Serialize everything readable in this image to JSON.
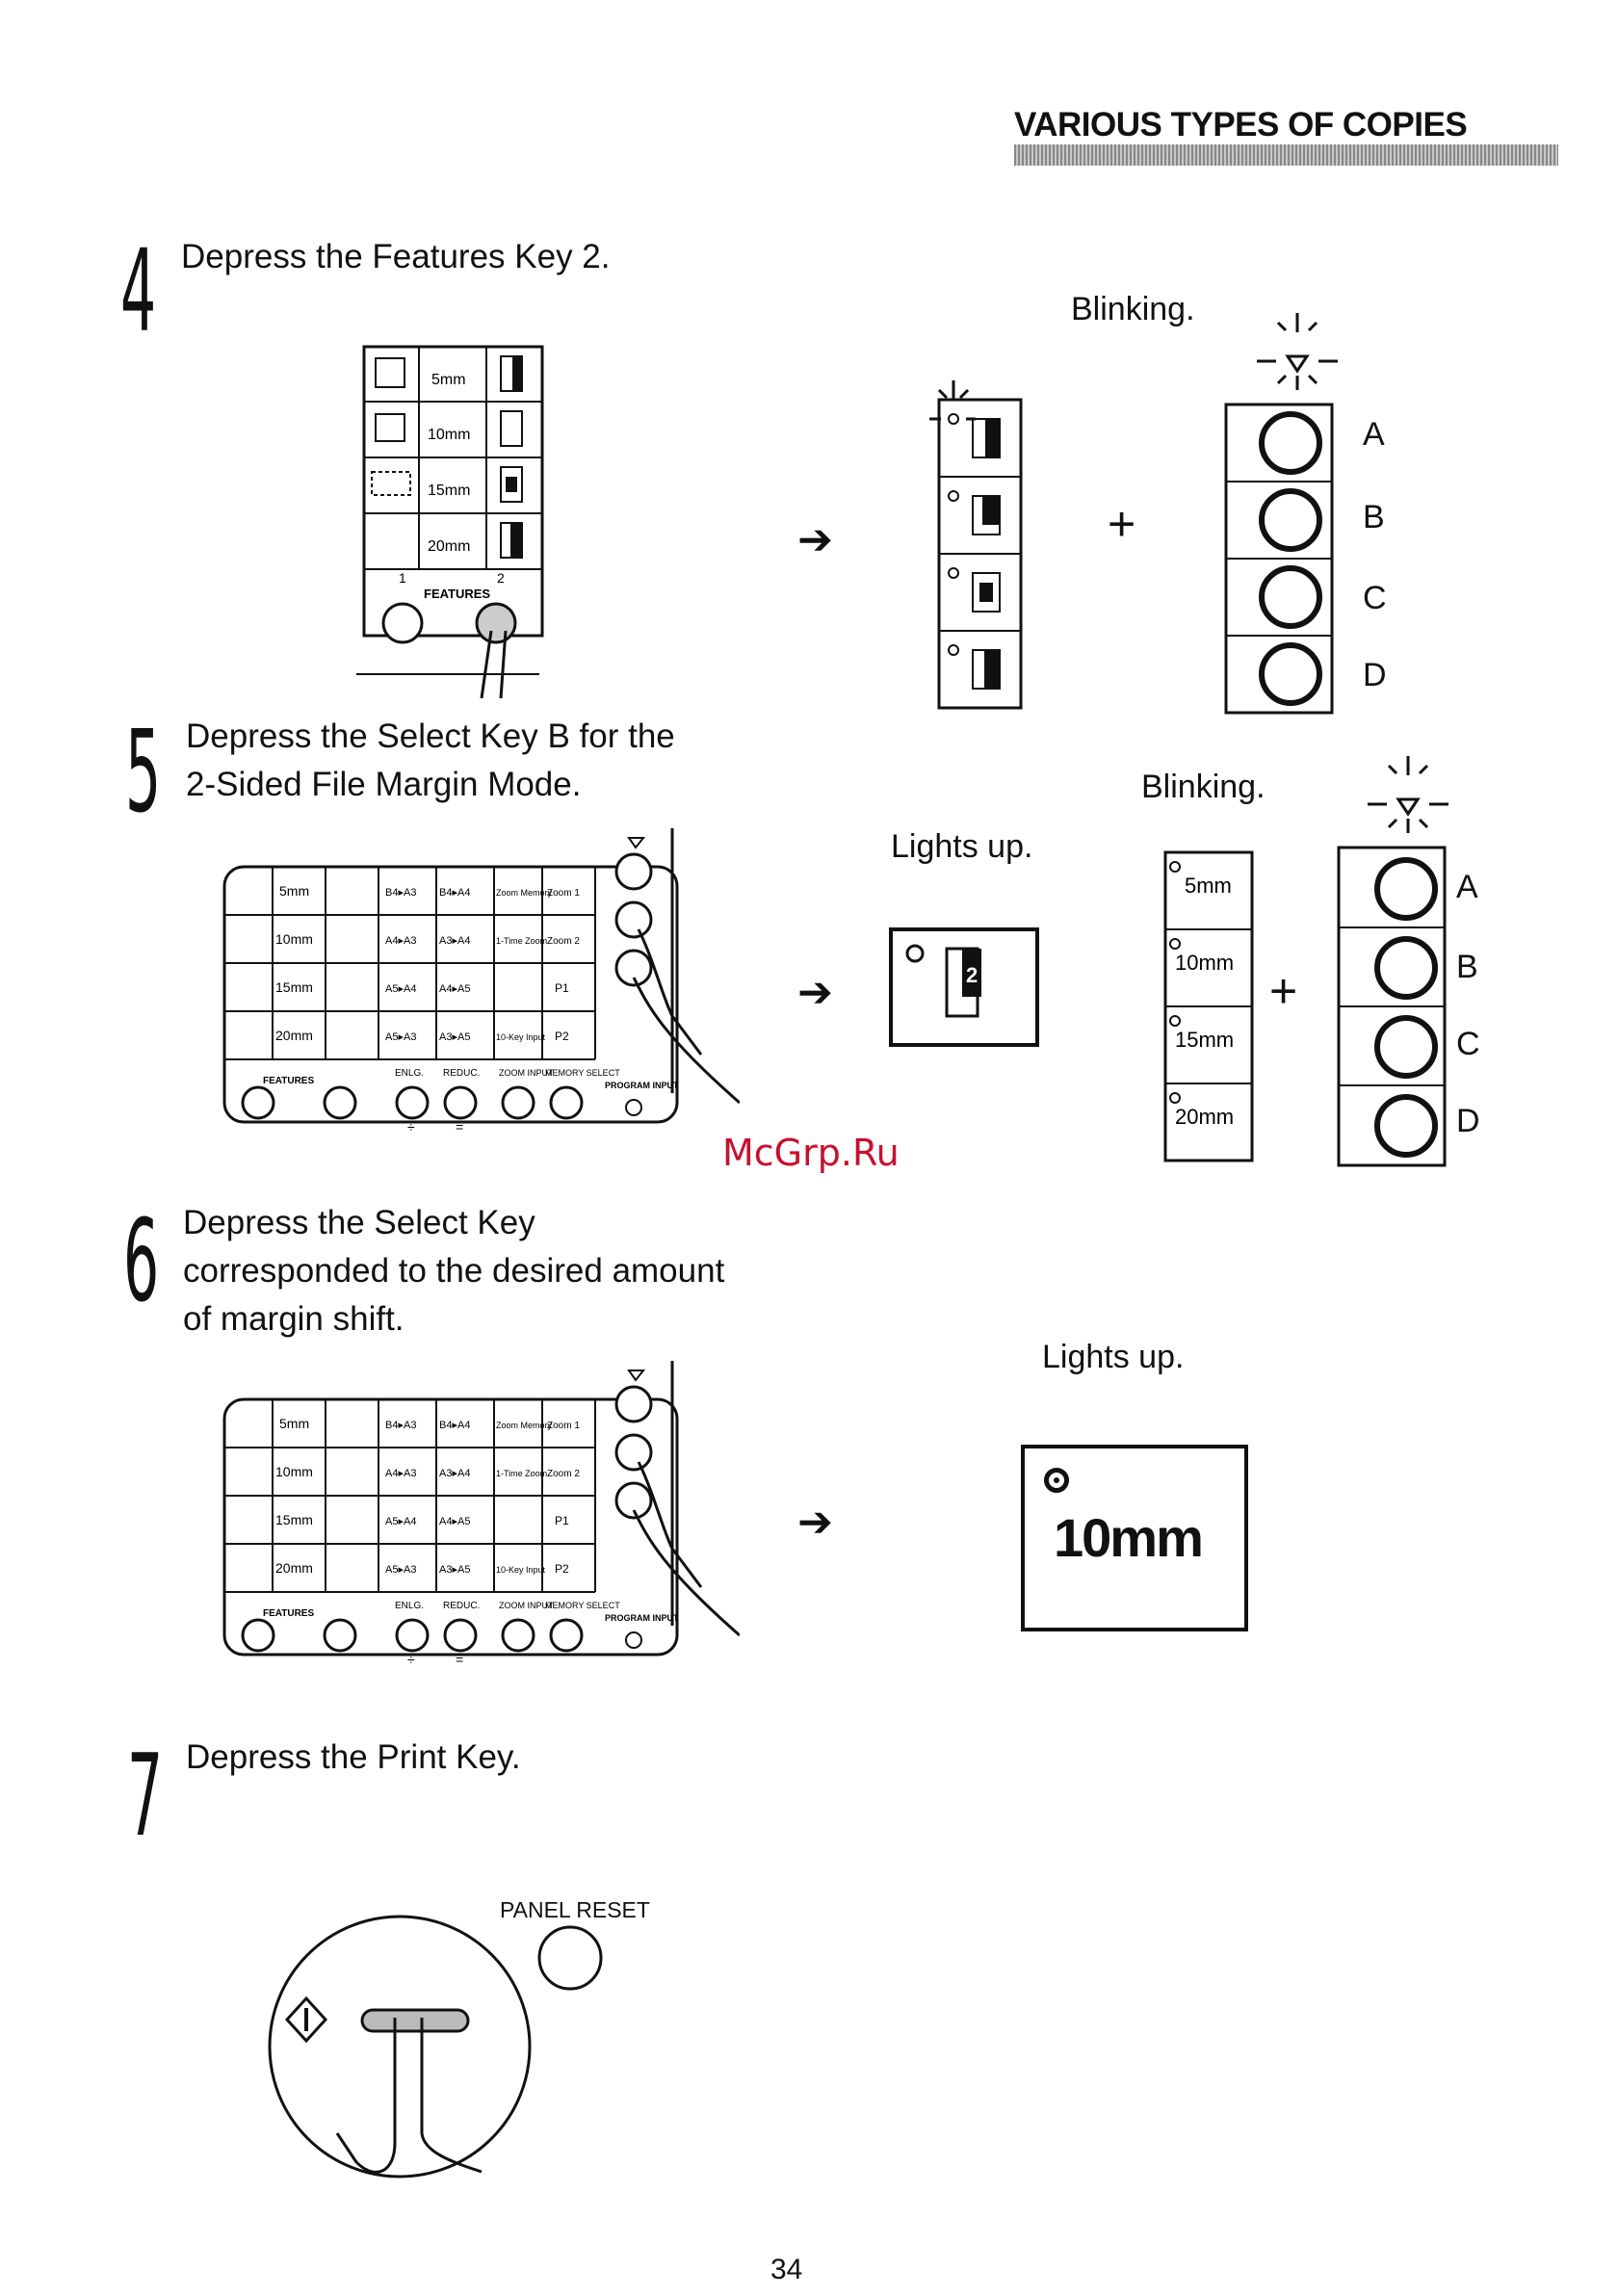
{
  "header": {
    "title": "VARIOUS TYPES OF COPIES"
  },
  "steps": [
    {
      "number": "4",
      "text": "Depress the Features Key 2."
    },
    {
      "number": "5",
      "line1": "Depress the Select Key B for the",
      "line2": "2-Sided File Margin Mode."
    },
    {
      "number": "6",
      "line1": "Depress the Select Key",
      "line2": "corresponded to the desired amount",
      "line3": "of margin shift."
    },
    {
      "number": "7",
      "text": "Depress the Print Key."
    }
  ],
  "labels": {
    "blinking": "Blinking.",
    "lights_up": "Lights up.",
    "plus": "+",
    "panel_reset": "PANEL RESET"
  },
  "select_keys": [
    "A",
    "B",
    "C",
    "D"
  ],
  "margins": [
    "5mm",
    "10mm",
    "15mm",
    "20mm"
  ],
  "features": {
    "label": "FEATURES",
    "key1": "1",
    "key2": "2"
  },
  "panel": {
    "row1": [
      "B4▸A3",
      "B4▸A4",
      "Zoom Memory",
      "Zoom 1"
    ],
    "row2": [
      "A4▸A3",
      "A3▸A4",
      "1-Time Zoom",
      "Zoom 2"
    ],
    "row3": [
      "A5▸A4",
      "A4▸A5",
      "",
      "P1"
    ],
    "row4": [
      "A5▸A3",
      "A3▸A5",
      "10-Key Input",
      "P2"
    ],
    "bottom": [
      "ENLG.",
      "REDUC.",
      "ZOOM INPUT",
      "MEMORY SELECT"
    ],
    "program": "PROGRAM INPUT",
    "symbols": [
      "÷",
      "="
    ]
  },
  "result_display": {
    "value": "10mm",
    "indicator": "o"
  },
  "display_badge": "2",
  "watermark": "McGrp.Ru",
  "page_number": "34"
}
